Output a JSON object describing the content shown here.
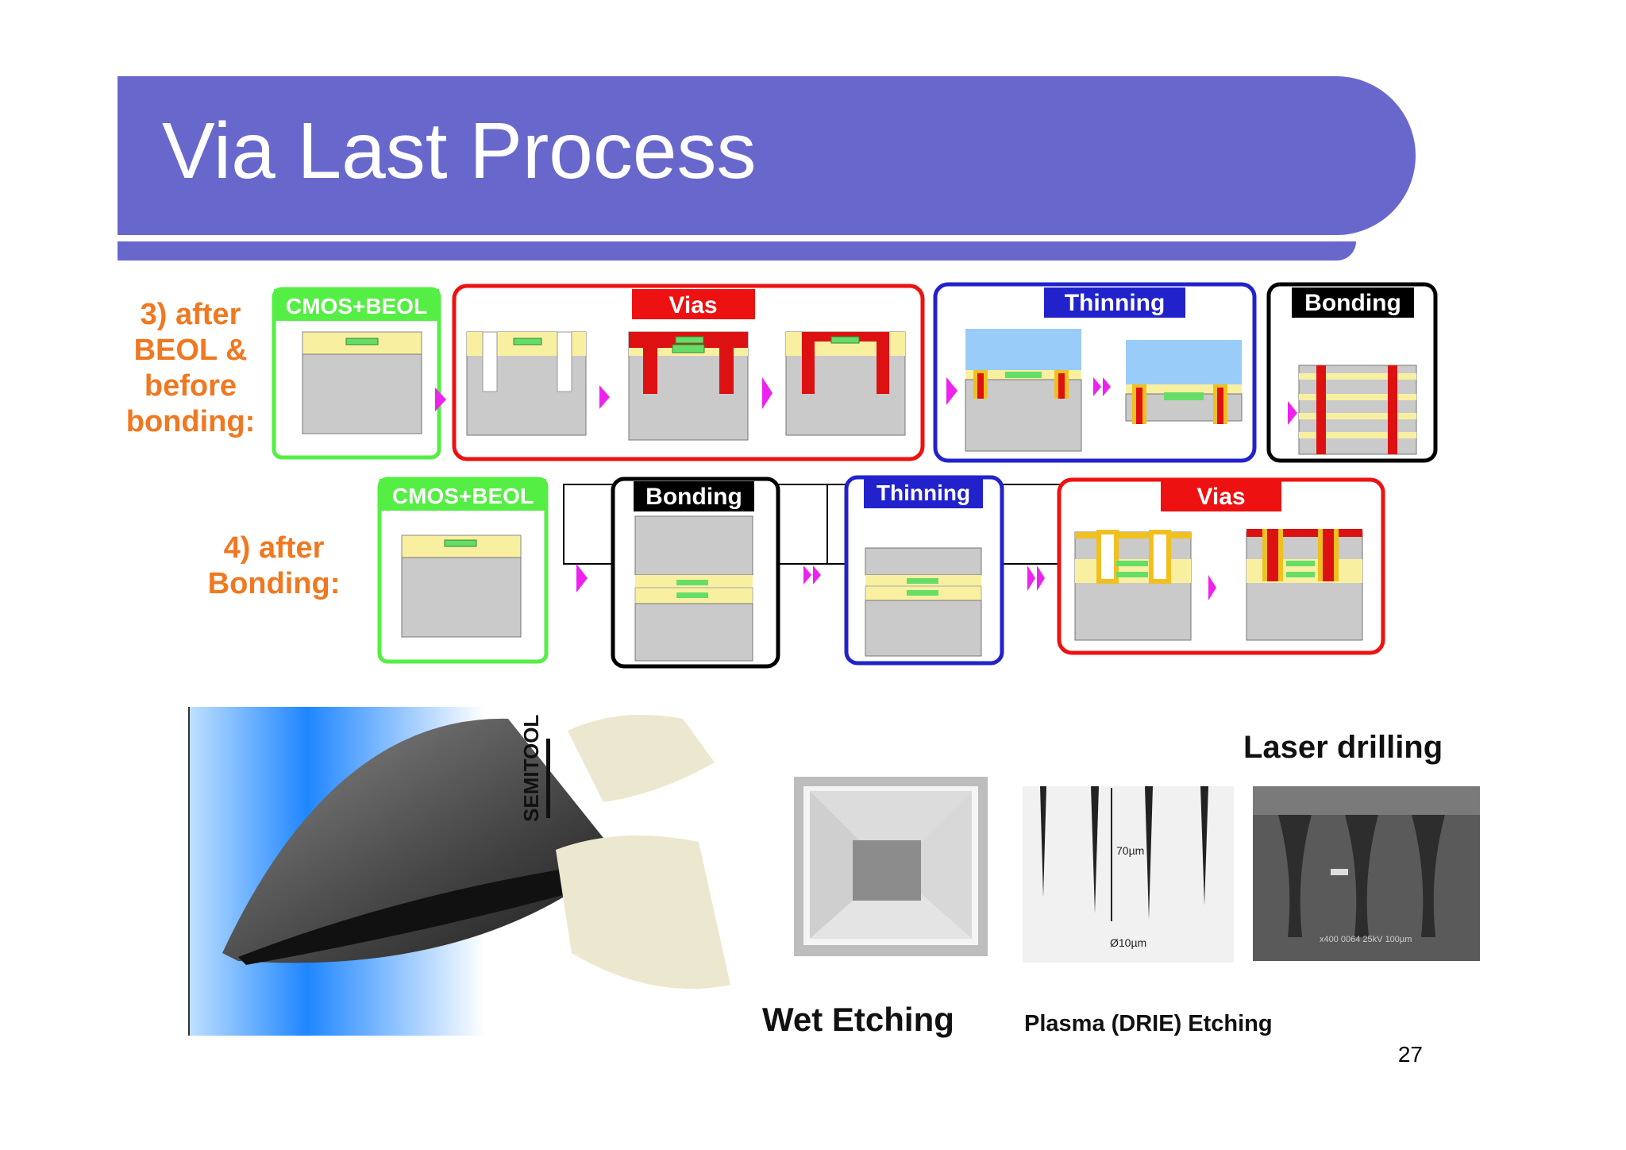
{
  "slide": {
    "title": "Via Last Process",
    "page_number": "27"
  },
  "row3": {
    "label_lines": [
      "3) after",
      "BEOL &",
      "before",
      "bonding:"
    ],
    "boxes": {
      "cmos": "CMOS+BEOL",
      "vias": "Vias",
      "thinning": "Thinning",
      "bonding": "Bonding"
    }
  },
  "row4": {
    "label_lines": [
      "4) after",
      "Bonding:"
    ],
    "boxes": {
      "cmos": "CMOS+BEOL",
      "bonding": "Bonding",
      "thinning": "Thinning",
      "vias": "Vias"
    }
  },
  "photos": {
    "wafer_brand": "SEMITOOL",
    "labels": {
      "wet_etching": "Wet Etching",
      "plasma_etching": "Plasma (DRIE) Etching",
      "laser_drilling": "Laser drilling"
    },
    "drie_annotations": [
      "70µm",
      "Ø10µm"
    ],
    "sem_caption": "x400  0064  25kV 100µm"
  },
  "colors": {
    "title_bar": "#6868cc",
    "label_orange": "#f07820",
    "green_box": "#55ee44",
    "red_box": "#ee1111",
    "blue_box": "#2222cc",
    "black_box": "#000000",
    "arrow_magenta": "#ee22ee",
    "beol_yellow": "#f8f0a0",
    "substrate_gray": "#cacaca",
    "via_fill_red": "#dd1111",
    "glass_blue": "#99ccf8",
    "via_liner_orange": "#f0c020"
  }
}
